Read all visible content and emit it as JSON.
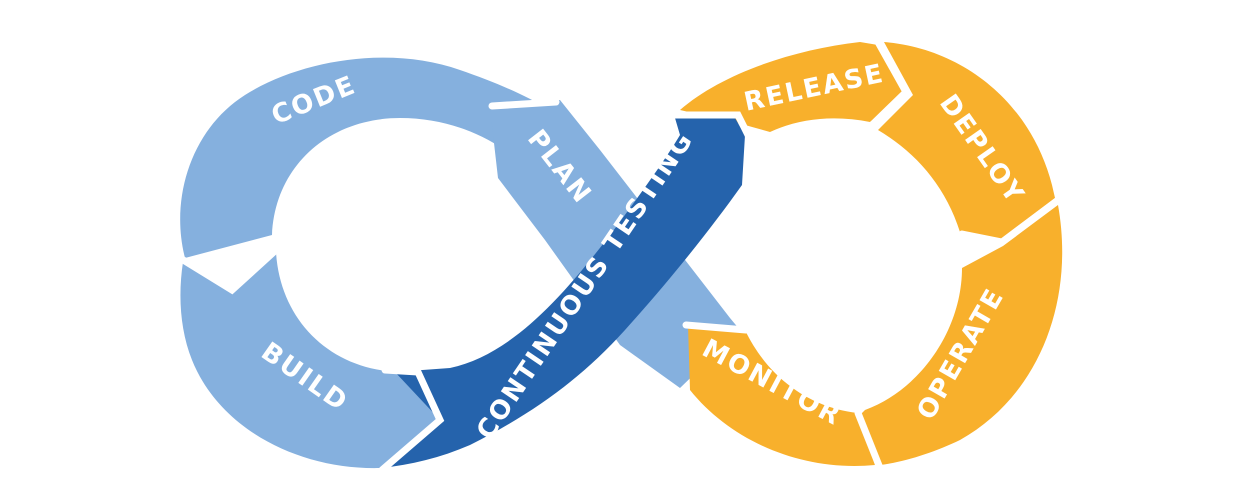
{
  "diagram": {
    "colors": {
      "left_loop": "#85b0de",
      "continuous_testing": "#2563ac",
      "right_loop": "#f8b02c",
      "background": "#ffffff"
    },
    "stages": {
      "code": "CODE",
      "build": "BUILD",
      "plan": "PLAN",
      "continuous_testing": "CONTINUOUS TESTING",
      "release": "RELEASE",
      "deploy": "DEPLOY",
      "operate": "OPERATE",
      "monitor": "MONITOR"
    }
  }
}
